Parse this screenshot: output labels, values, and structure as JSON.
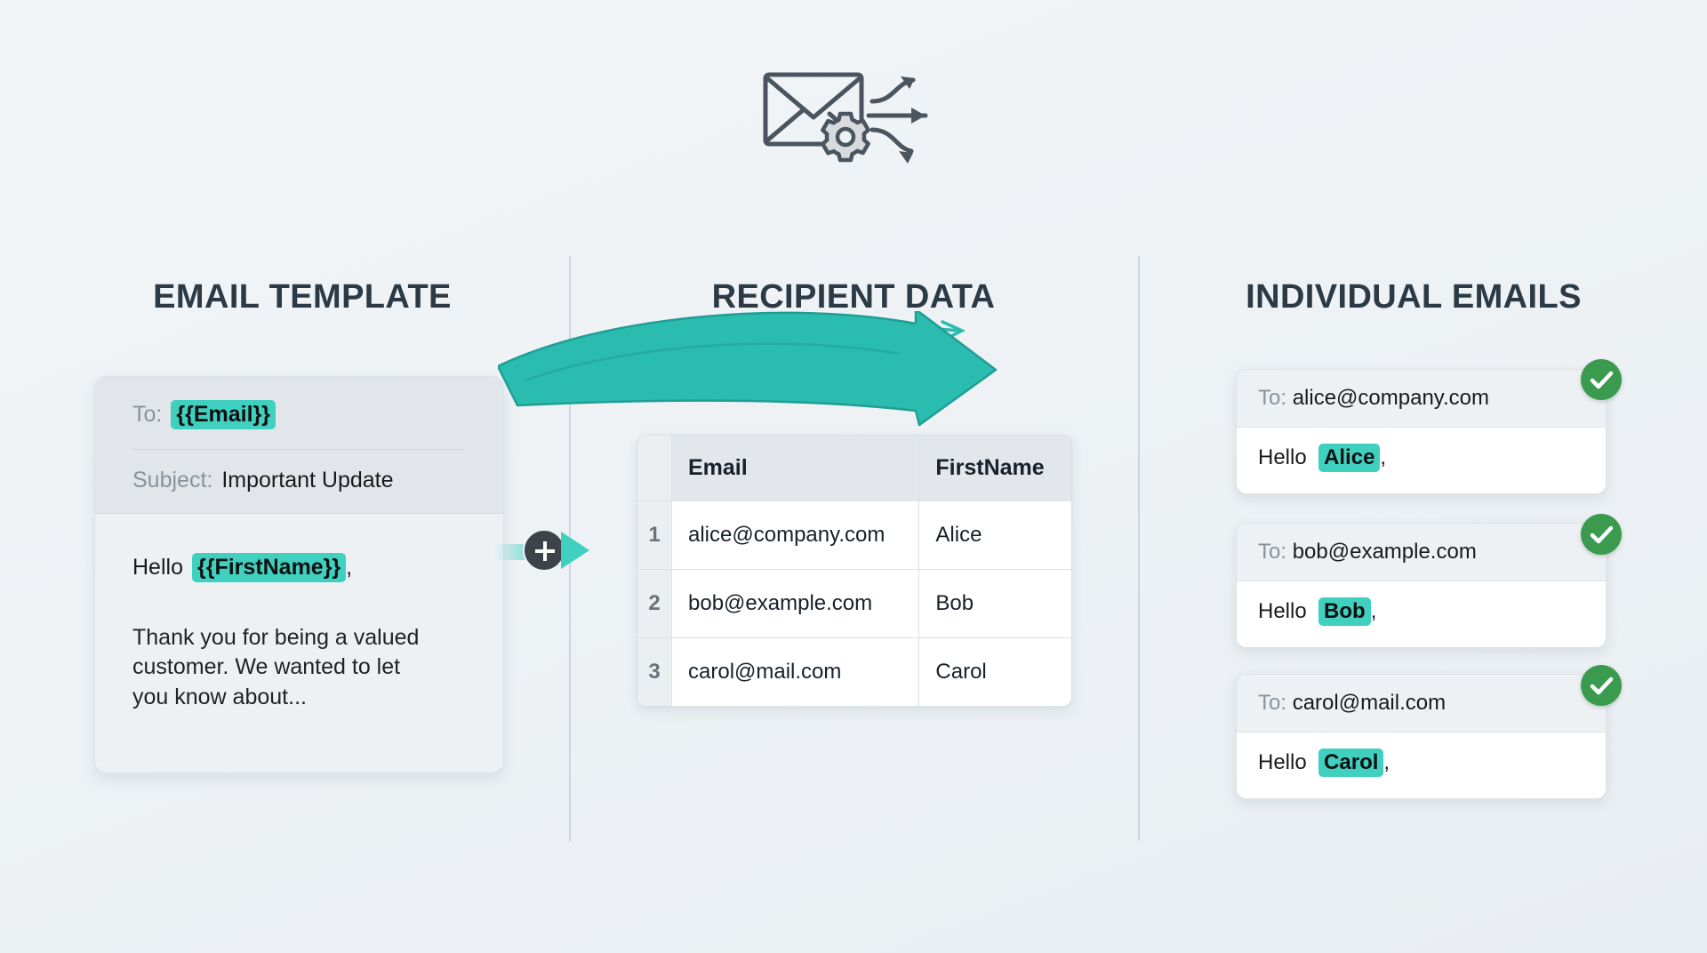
{
  "header_icon": {
    "name": "envelope-gear-distribute-icon",
    "color": "#4b5560"
  },
  "columns": {
    "template_title": "EMAIL TEMPLATE",
    "recipient_title": "RECIPIENT DATA",
    "emails_title": "INDIVIDUAL EMAILS"
  },
  "template_card": {
    "to_label": "To:",
    "to_value": "{{Email}}",
    "subject_label": "Subject:",
    "subject_value": "Important Update",
    "greeting_prefix": "Hello",
    "greeting_tag": "{{FirstName}}",
    "greeting_suffix": ",",
    "paragraph": "Thank you for being a valued customer. We wanted to let you know about..."
  },
  "connector": {
    "plus_label": "+",
    "icon": "plus-icon"
  },
  "recipient_table": {
    "columns": [
      "",
      "Email",
      "FirstName"
    ],
    "rows": [
      {
        "num": "1",
        "email": "alice@company.com",
        "first_name": "Alice"
      },
      {
        "num": "2",
        "email": "bob@example.com",
        "first_name": "Bob"
      },
      {
        "num": "3",
        "email": "carol@mail.com",
        "first_name": "Carol"
      }
    ]
  },
  "output_emails": [
    {
      "to_label": "To:",
      "to_value": "alice@company.com",
      "greeting_prefix": "Hello",
      "greeting_name": "Alice",
      "greeting_suffix": ",",
      "status": "sent",
      "status_icon": "check-icon"
    },
    {
      "to_label": "To:",
      "to_value": "bob@example.com",
      "greeting_prefix": "Hello",
      "greeting_name": "Bob",
      "greeting_suffix": ",",
      "status": "sent",
      "status_icon": "check-icon"
    },
    {
      "to_label": "To:",
      "to_value": "carol@mail.com",
      "greeting_prefix": "Hello",
      "greeting_name": "Carol",
      "greeting_suffix": ",",
      "status": "sent",
      "status_icon": "check-icon"
    }
  ],
  "colors": {
    "accent_teal": "#3fd0c4",
    "arrow_teal": "#2bbcb0",
    "arrow_teal_dark": "#1f9e95",
    "success_green": "#3a9b4f",
    "title_dark": "#2b3a45",
    "background": "#eef2f5",
    "divider": "#cfd6dc"
  }
}
